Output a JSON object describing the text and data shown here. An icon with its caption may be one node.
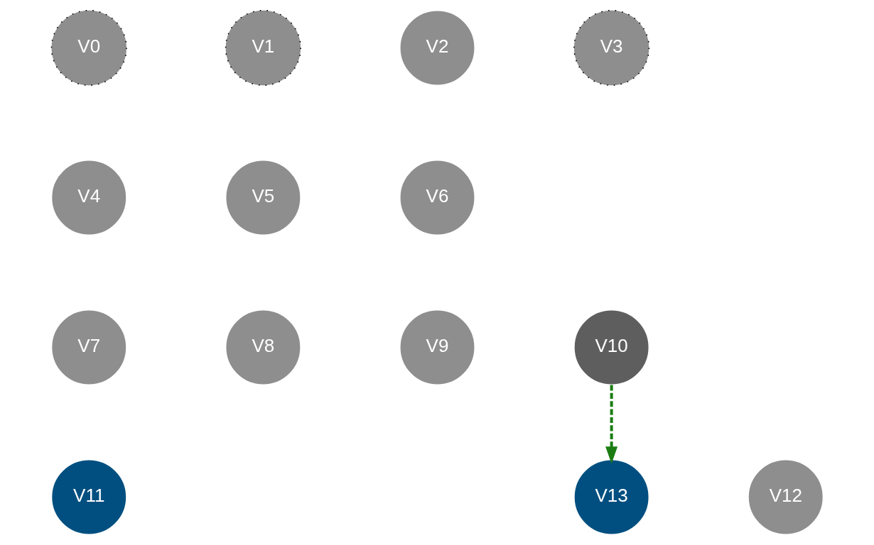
{
  "diagram": {
    "nodes": [
      {
        "text": [
          "V0"
        ]
      },
      {
        "text": [
          "V1"
        ]
      },
      {
        "text": [
          "V2"
        ]
      },
      {
        "text": [
          "V3"
        ]
      },
      {
        "text": [
          "V4"
        ]
      },
      {
        "text": [
          "V5"
        ]
      },
      {
        "text": [
          "V6"
        ]
      },
      {
        "text": [
          "V7"
        ]
      },
      {
        "text": [
          "V8"
        ]
      },
      {
        "text": [
          "V9"
        ]
      },
      {
        "text": [
          "V10"
        ]
      },
      {
        "text": [
          "V11"
        ]
      },
      {
        "text": [
          "V12"
        ]
      },
      {
        "text": [
          "V13"
        ]
      }
    ],
    "edges": [
      {
        "from": 10,
        "to": 13,
        "arrow": "to",
        "style": "dashed",
        "color": "#1b7d12"
      }
    ]
  }
}
